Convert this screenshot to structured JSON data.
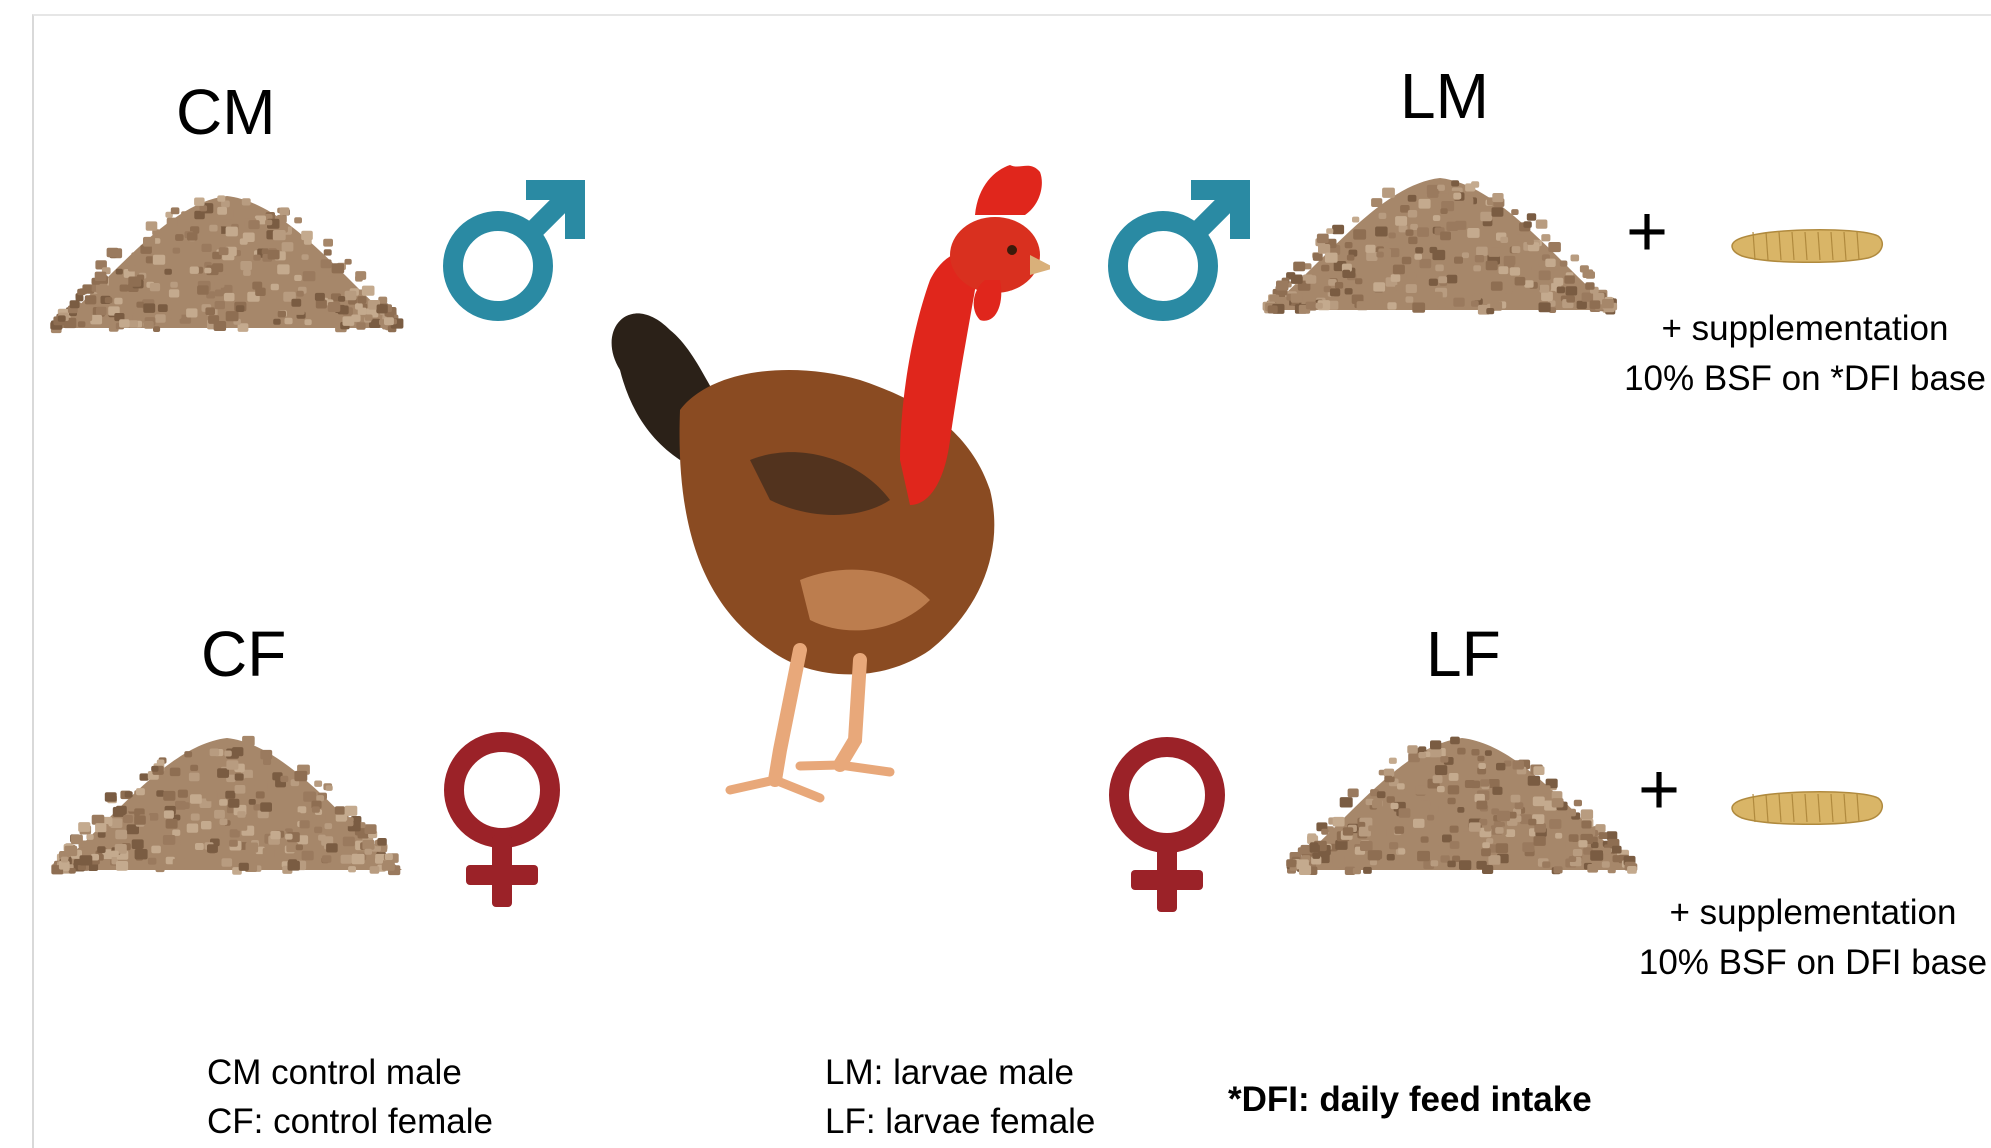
{
  "groups": {
    "cm": {
      "code": "CM"
    },
    "lm": {
      "code": "LM"
    },
    "cf": {
      "code": "CF"
    },
    "lf": {
      "code": "LF"
    }
  },
  "supplement": {
    "lm_line1": "+ supplementation",
    "lm_line2": "10% BSF on *DFI base",
    "lf_line1": "+ supplementation",
    "lf_line2": "10% BSF on DFI base",
    "plus_symbol": "+"
  },
  "legend": {
    "cm": "CM control male",
    "cf": "CF: control female",
    "lm": "LM: larvae male",
    "lf": "LF: larvae female",
    "dfi": "*DFI: daily feed intake"
  },
  "colors": {
    "male": "#2a8aa3",
    "female": "#9b2228",
    "feed": "#a6876a",
    "larva": "#d9b567",
    "comb": "#e0261c"
  },
  "icons": {
    "male": "male-symbol-icon",
    "female": "female-symbol-icon",
    "feed": "feed-pellet-pile",
    "larva": "bsf-larva",
    "bird": "naked-neck-chicken"
  }
}
